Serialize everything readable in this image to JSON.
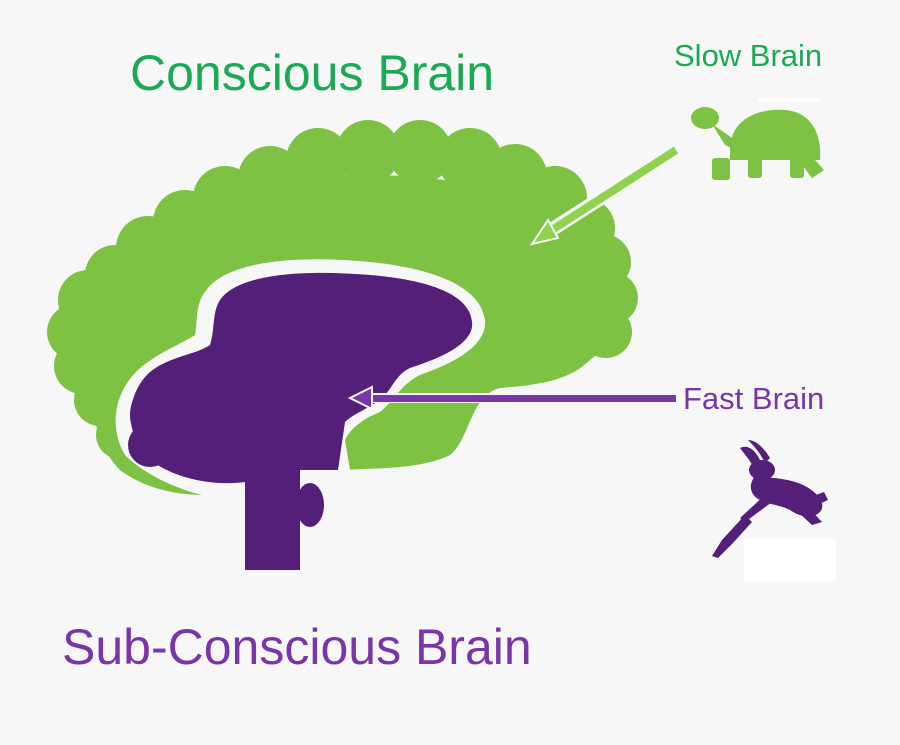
{
  "labels": {
    "conscious": "Conscious Brain",
    "slow": "Slow Brain",
    "fast": "Fast Brain",
    "subconscious": "Sub-Conscious Brain"
  },
  "colors": {
    "background": "#f7f7f7",
    "conscious_green": "#7dc242",
    "title_green": "#1aaa55",
    "subconscious_purple": "#531f78",
    "label_purple": "#7a35a8",
    "outline": "#f7f7f7"
  },
  "icons": {
    "slow": "turtle-icon",
    "fast": "rabbit-icon"
  }
}
